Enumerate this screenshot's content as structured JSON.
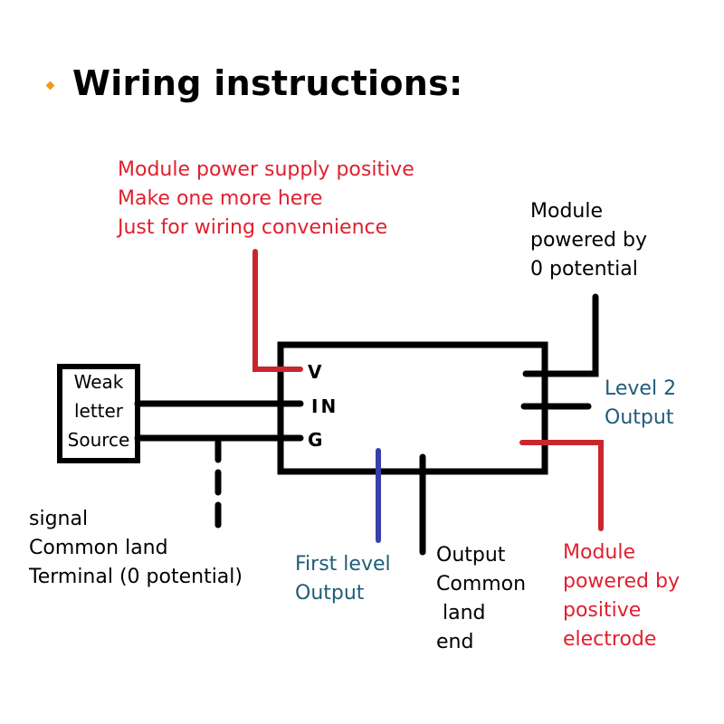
{
  "title": {
    "bullet_icon": "orange-diamond-bullet",
    "text": "Wiring instructions:"
  },
  "colors": {
    "wire_black": "#000000",
    "wire_red": "#c9262e",
    "wire_blue": "#3a3fa8",
    "label_red": "#e0202e",
    "label_teal": "#1f5c7a",
    "bullet": "#f29a1a"
  },
  "labels": {
    "power_positive_note": "Module power supply positive\nMake one more here\nJust for wiring convenience",
    "powered_by_zero": "Module\npowered by\n0 potential",
    "level2_output": "Level 2\nOutput",
    "signal_common": "signal\nCommon land\nTerminal (0 potential)",
    "first_level_output": "First level\nOutput",
    "output_common": "Output\nCommon\n land\nend",
    "powered_by_positive": "Module\npowered by\npositive\nelectrode"
  },
  "source_box": {
    "text": "Weak\nletter\nSource"
  },
  "module_pins": {
    "v": "V",
    "in": "IN",
    "g": "G"
  }
}
